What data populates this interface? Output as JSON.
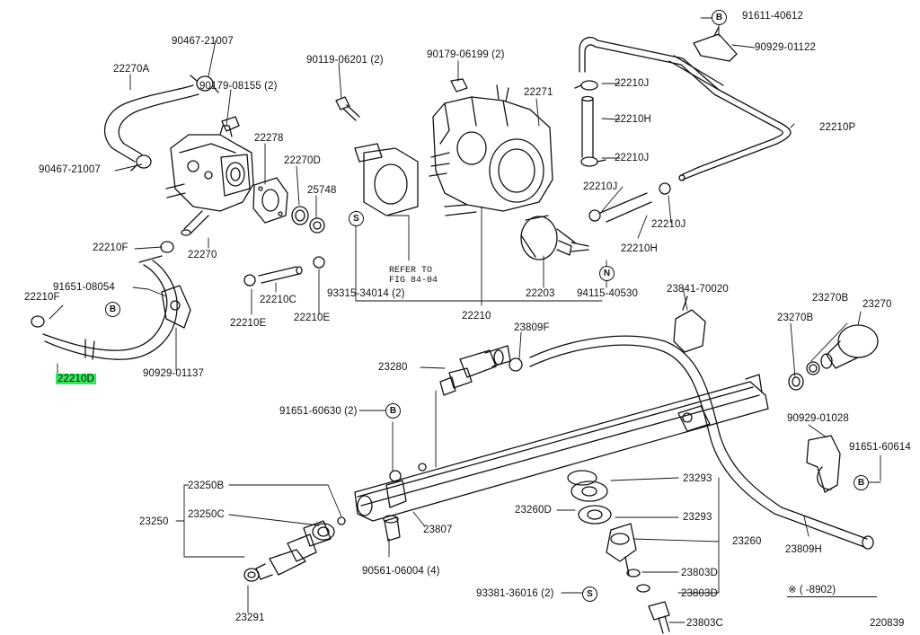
{
  "diagram_id": "220839",
  "note_range": "※ (    -8902)",
  "refer": [
    "REFER TO",
    "FIG 84-04"
  ],
  "badges": {
    "b": "B",
    "s": "S",
    "n": "N"
  },
  "labels": {
    "p90467_21007_top": "90467-21007",
    "p22270A": "22270A",
    "p90179_08155": "90179-08155 (2)",
    "p90119_06201": "90119-06201 (2)",
    "p90179_06199": "90179-06199 (2)",
    "p22271": "22271",
    "p22210J_1": "22210J",
    "p22210H_1": "22210H",
    "p22210J_2": "22210J",
    "p22210P": "22210P",
    "p91611_40612": "91611-40612",
    "p90929_01122": "90929-01122",
    "p22278": "22278",
    "p22270D": "22270D",
    "p25748": "25748",
    "p90467_21007_mid": "90467-21007",
    "p22210J_3": "22210J",
    "p22210J_4": "22210J",
    "p22210H_2": "22210H",
    "p22210F_1": "22210F",
    "p22270": "22270",
    "p91651_08054": "91651-08054",
    "p22210F_2": "22210F",
    "p22210C": "22210C",
    "p22210E_1": "22210E",
    "p22210E_2": "22210E",
    "p93315_34014": "93315-34014 (2)",
    "p22203": "22203",
    "p94115_40530": "94115-40530",
    "p22210": "22210",
    "p23841_70020": "23841-70020",
    "p23270B_1": "23270B",
    "p23270": "23270",
    "p23270B_2": "23270B",
    "p22210D": "22210D",
    "p90929_01137": "90929-01137",
    "p23809F": "23809F",
    "p23280": "23280",
    "p91651_60630": "91651-60630 (2)",
    "p90929_01028": "90929-01028",
    "p91651_60614": "91651-60614",
    "p23250B": "23250B",
    "p23293_1": "23293",
    "p23250": "23250",
    "p23250C": "23250C",
    "p23260D": "23260D",
    "p23293_2": "23293",
    "p23807": "23807",
    "p23260": "23260",
    "p23809H": "23809H",
    "p90561_06004": "90561-06004 (4)",
    "p23803D_1": "23803D",
    "p93381_36016": "93381-36016 (2)",
    "p23803D_2": "23803D",
    "p23291": "23291",
    "p23803C": "23803C"
  }
}
